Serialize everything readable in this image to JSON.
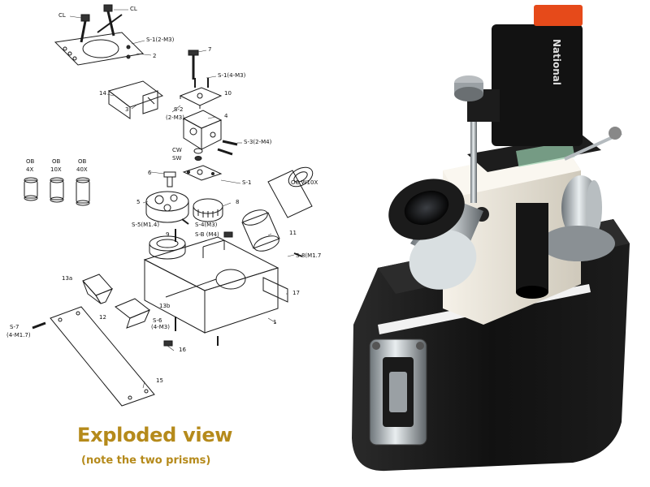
{
  "caption": {
    "title": "Exploded view",
    "subtitle": "(note the two prisms)",
    "color": "#b58a1b"
  },
  "labels": {
    "cl_left": "CL",
    "cl_right": "CL",
    "s1_2m3": "S-1(2-M3)",
    "p2": "2",
    "p7": "7",
    "s1_4m3": "S-1(4-M3)",
    "p10": "10",
    "p14": "14",
    "p3": "3",
    "s2": "S-2",
    "s2_sub": "(2-M3)",
    "p4": "4",
    "s3": "S-3(2-M4)",
    "cw": "CW",
    "sw": "SW",
    "ob4": "OB",
    "ob4_mag": "4X",
    "ob10": "OB",
    "ob10_mag": "10X",
    "ob40": "OB",
    "ob40_mag": "40X",
    "p6": "6",
    "s1": "S-1",
    "oc": "OC W10X",
    "p5": "5",
    "p8": "8",
    "s5": "S-5(M1.4)",
    "s4": "S-4(M3)",
    "p9": "9",
    "sb": "S-B (M4)",
    "p11": "11",
    "s8": "S-8(M1.7)",
    "p13a": "13a",
    "p17": "17",
    "p12": "12",
    "p13b": "13b",
    "s6": "S-6",
    "s6_sub": "(4-M3)",
    "p1": "1",
    "s7": "S-7",
    "s7_sub": "(4-M1.7)",
    "p16": "16",
    "p15": "15"
  },
  "photo": {
    "brand_text": "National",
    "body_color": "#141414",
    "cream_color": "#ece7dc",
    "accent_color": "#e64a1a"
  }
}
